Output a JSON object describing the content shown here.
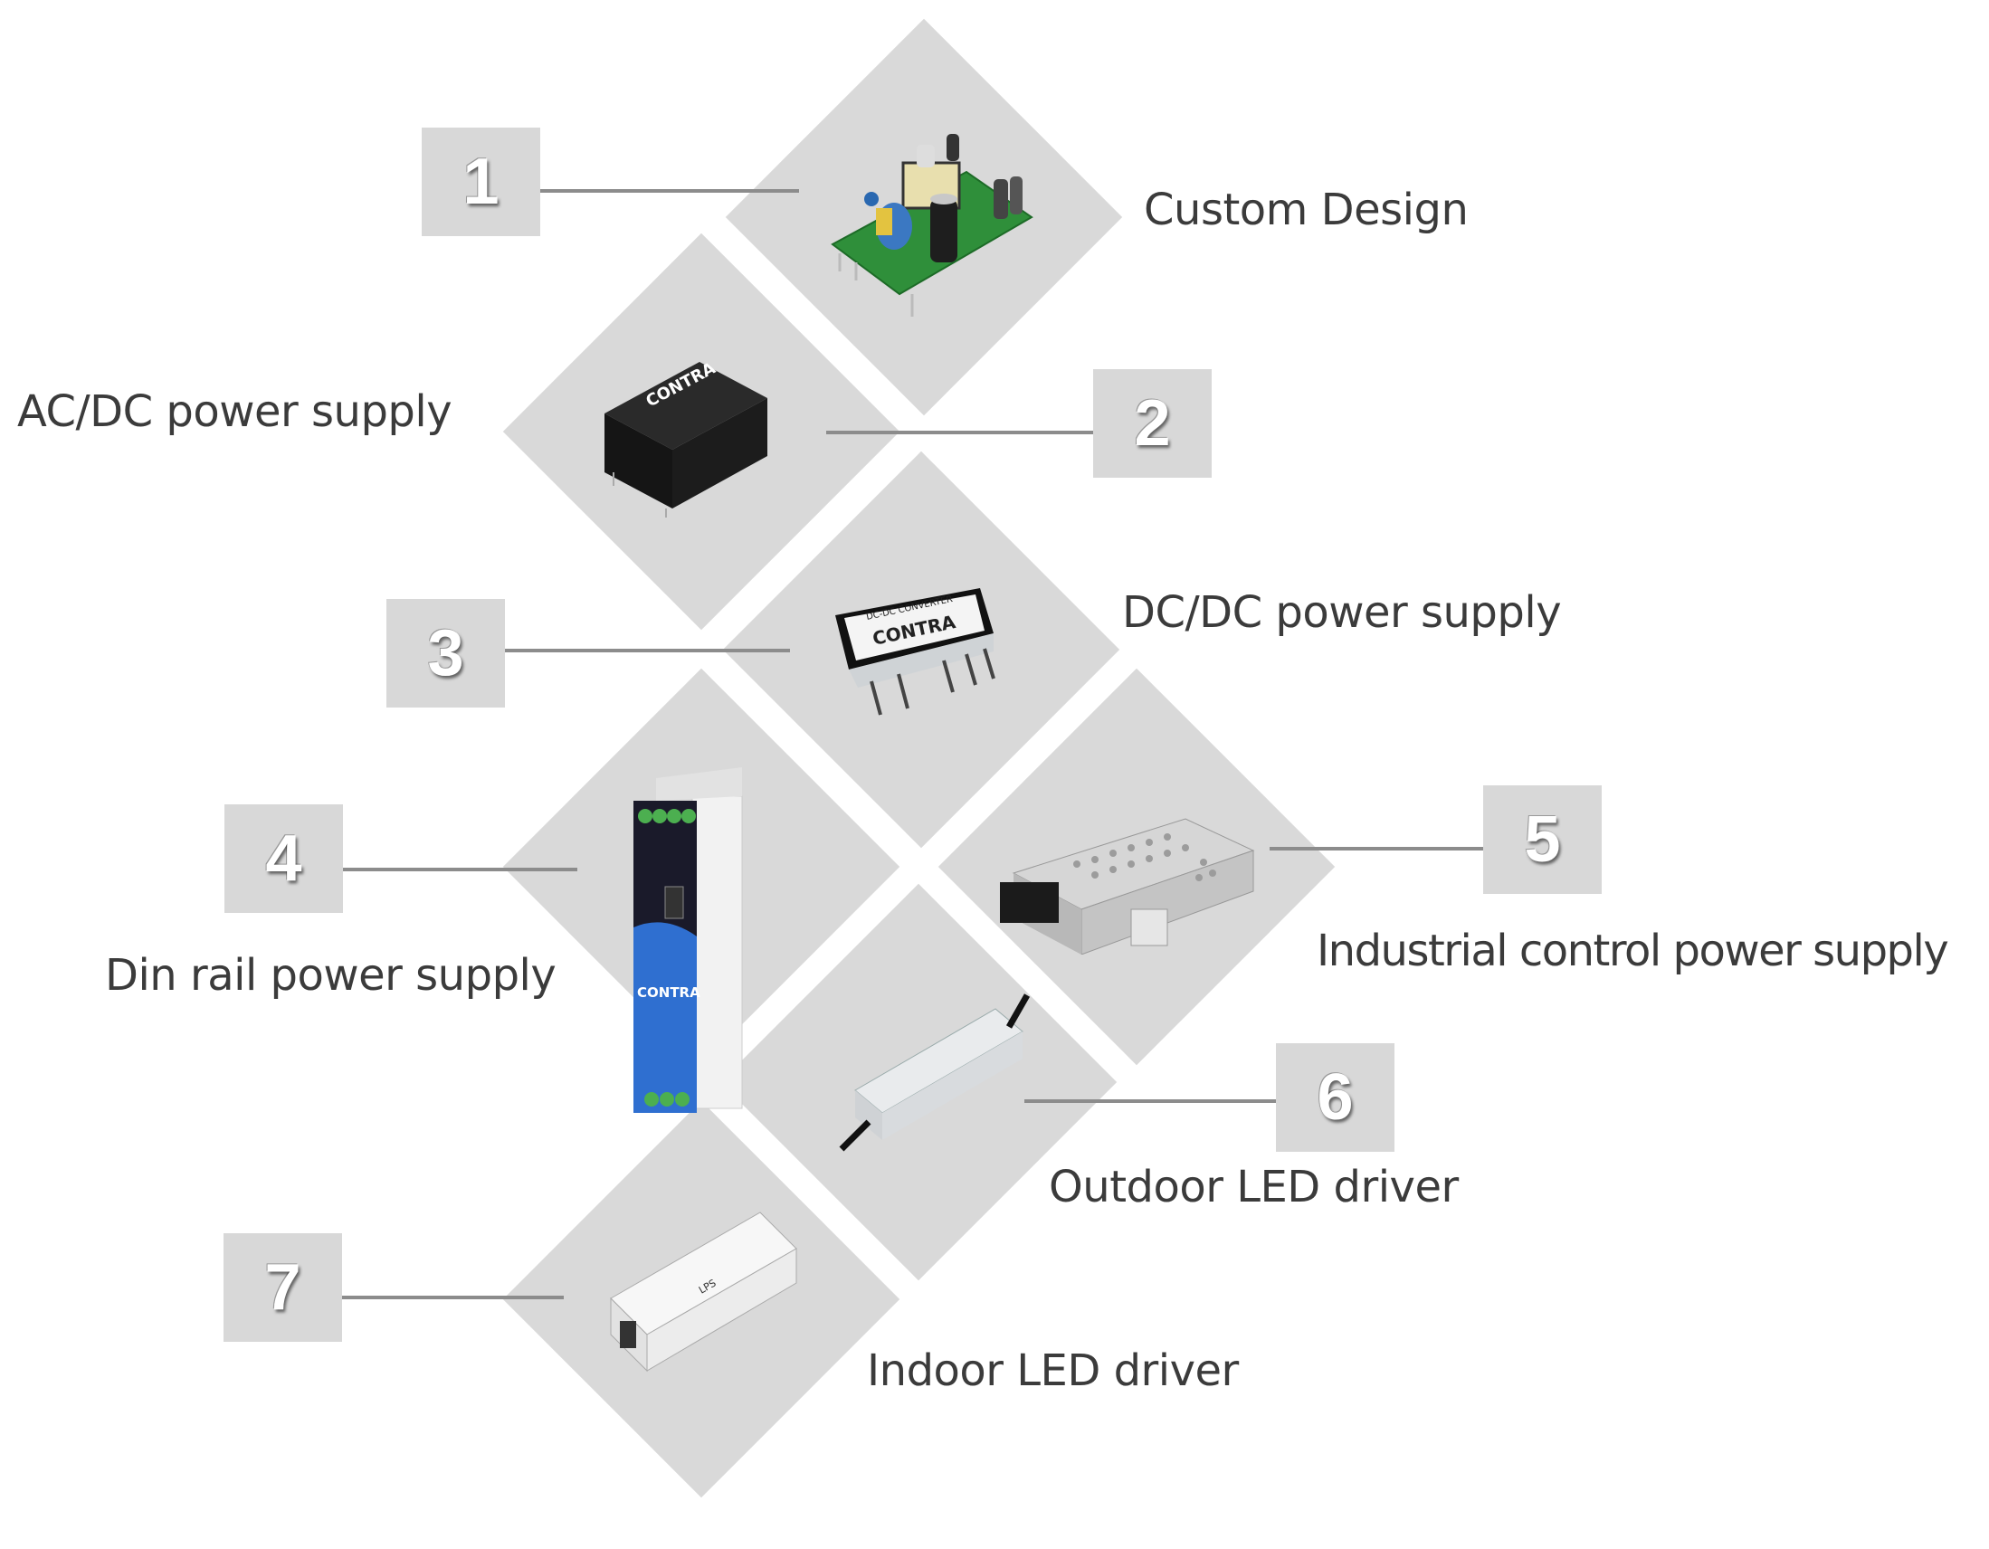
{
  "diagram": {
    "title": "",
    "colors": {
      "diamond": "#d9d9d9",
      "number_box": "#d8d8d8",
      "connector": "#8c8c8c",
      "label_text": "#3b3b3b"
    },
    "items": [
      {
        "number": "1",
        "label": "Custom Design",
        "product": "Open-frame PCB power module",
        "brand": ""
      },
      {
        "number": "2",
        "label": "AC/DC power supply",
        "product": "Encapsulated AC/DC module",
        "brand": "CONTRA"
      },
      {
        "number": "3",
        "label": "DC/DC power supply",
        "product": "DC-DC converter module",
        "brand": "CONTRA",
        "product_text": "DC-DC CONVERTER"
      },
      {
        "number": "4",
        "label": "Din rail power supply",
        "product": "DIN rail power supply",
        "brand": "CONTRA"
      },
      {
        "number": "5",
        "label": "Industrial control power supply",
        "product": "Enclosed switching power supply",
        "brand": ""
      },
      {
        "number": "6",
        "label": "Outdoor LED driver",
        "product": "Waterproof aluminium LED driver",
        "brand": ""
      },
      {
        "number": "7",
        "label": "Indoor LED driver",
        "product": "Plastic-case LED driver",
        "brand": "",
        "product_text": "LPS"
      }
    ]
  }
}
